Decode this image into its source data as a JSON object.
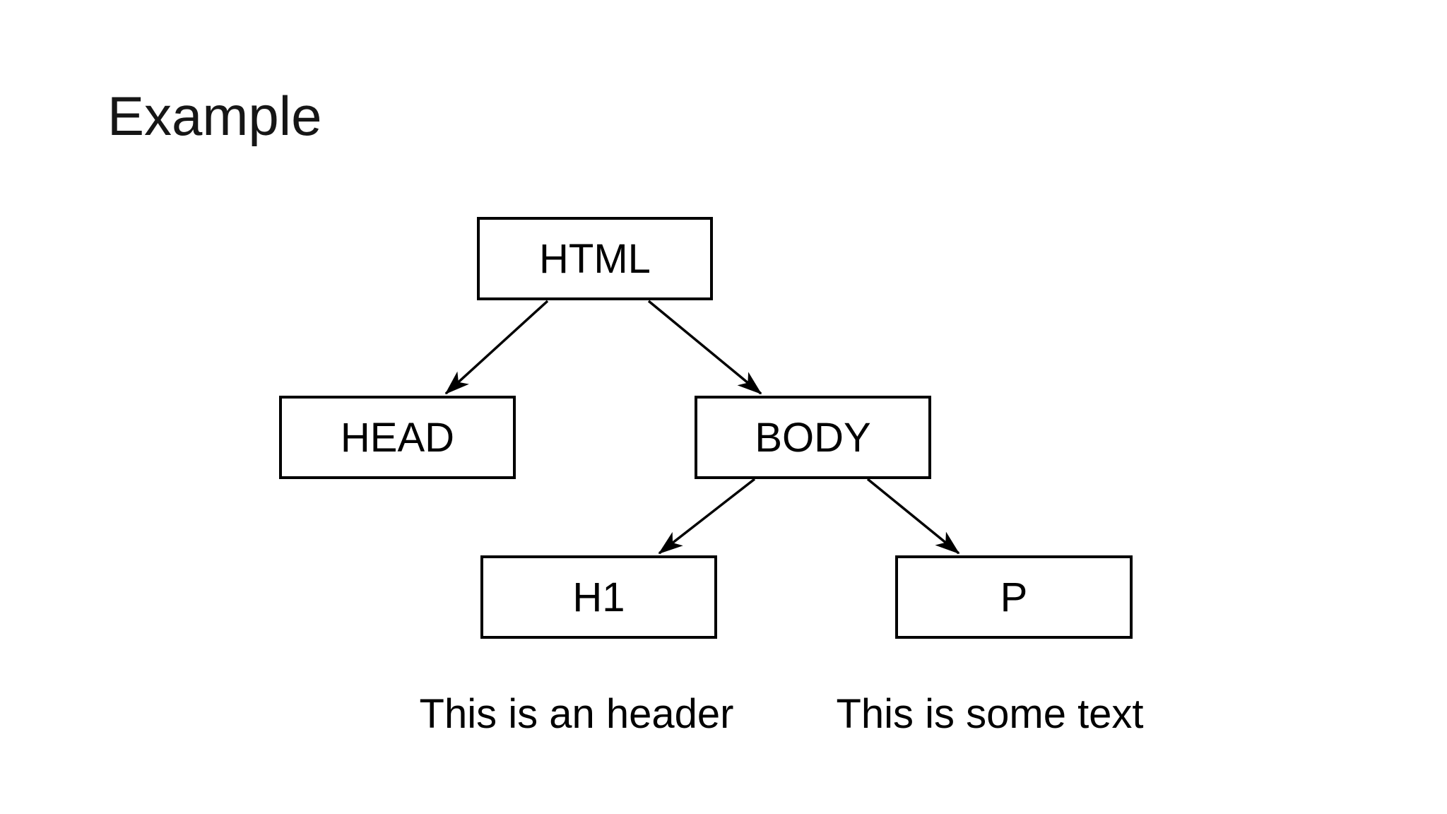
{
  "slide": {
    "title": "Example"
  },
  "colors": {
    "background": "#ffffff",
    "ink": "#000000",
    "title_ink": "#161616"
  },
  "diagram": {
    "type": "tree",
    "nodes": [
      {
        "id": "html",
        "label": "HTML"
      },
      {
        "id": "head",
        "label": "HEAD"
      },
      {
        "id": "body",
        "label": "BODY"
      },
      {
        "id": "h1",
        "label": "H1"
      },
      {
        "id": "p",
        "label": "P"
      }
    ],
    "edges": [
      {
        "from": "html",
        "to": "head"
      },
      {
        "from": "html",
        "to": "body"
      },
      {
        "from": "body",
        "to": "h1"
      },
      {
        "from": "body",
        "to": "p"
      }
    ],
    "captions": [
      {
        "for": "h1",
        "text": "This is an header"
      },
      {
        "for": "p",
        "text": "This is some text"
      }
    ]
  }
}
